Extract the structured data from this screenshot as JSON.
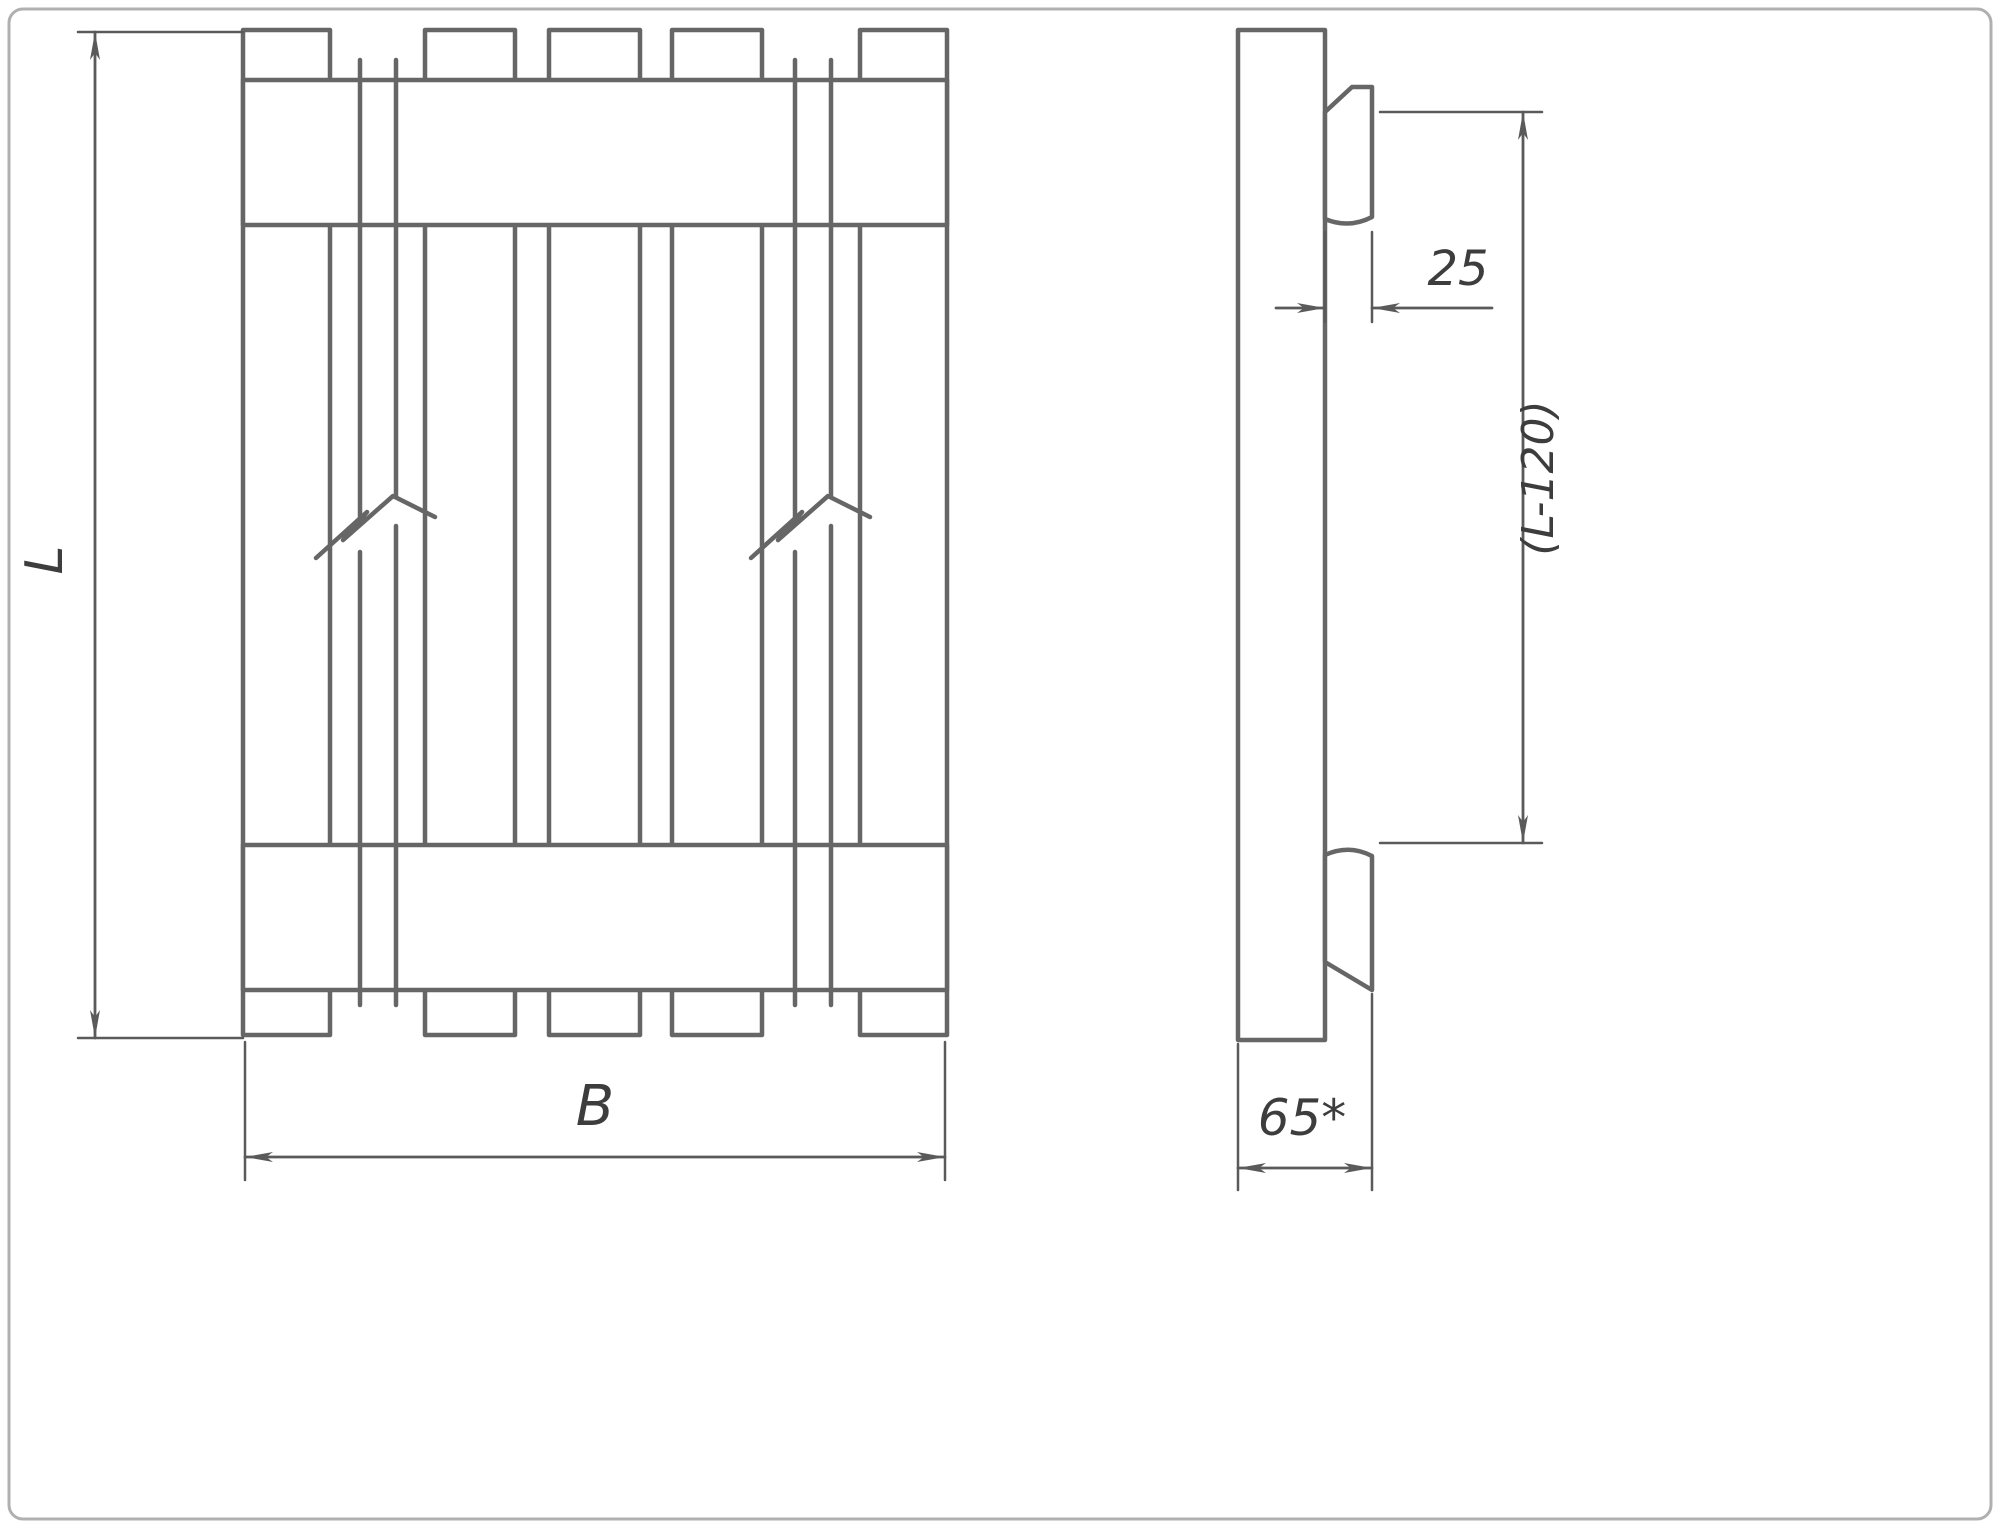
{
  "dimensions": {
    "length_label": "L",
    "width_label": "B",
    "cleat_thickness_label": "25",
    "inner_length_label": "(L-120)",
    "depth_label": "65*"
  },
  "colors": {
    "line": "#666666",
    "dimension": "#5a5a5a",
    "text": "#3d3d3d",
    "background": "#ffffff",
    "border": "#b0b0b0"
  }
}
